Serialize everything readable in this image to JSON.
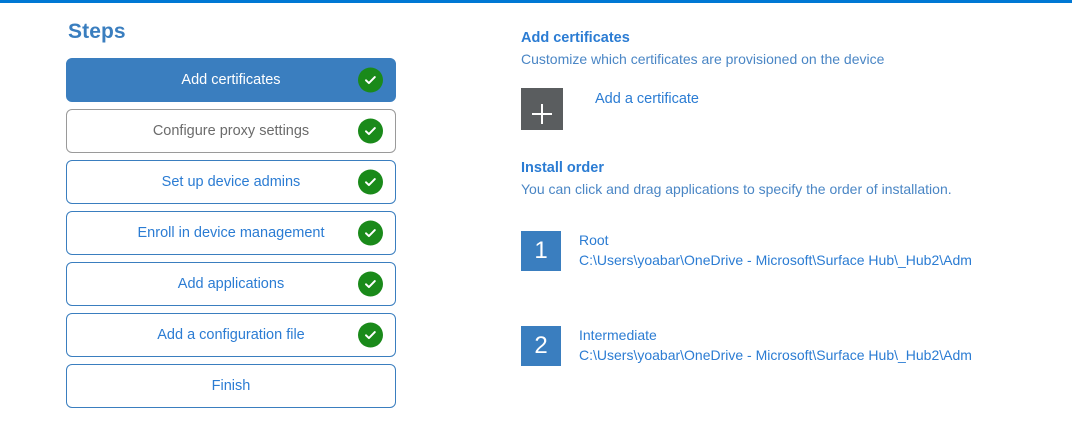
{
  "theme": {
    "accent_bar": "#0078d4",
    "primary_blue": "#3a7ebf",
    "link_blue": "#2b7cd3",
    "check_green": "#1a8a1a",
    "tile_gray": "#5a5d5f",
    "muted_gray": "#6b6b6b"
  },
  "steps_panel": {
    "heading": "Steps",
    "items": [
      {
        "label": "Add certificates",
        "state": "active",
        "completed": true
      },
      {
        "label": "Configure proxy settings",
        "state": "muted",
        "completed": true
      },
      {
        "label": "Set up device admins",
        "state": "normal",
        "completed": true
      },
      {
        "label": "Enroll in device management",
        "state": "normal",
        "completed": true
      },
      {
        "label": "Add applications",
        "state": "normal",
        "completed": true
      },
      {
        "label": "Add a configuration file",
        "state": "normal",
        "completed": true
      },
      {
        "label": "Finish",
        "state": "normal",
        "completed": false
      }
    ]
  },
  "content": {
    "title": "Add certificates",
    "subtitle": "Customize which certificates are provisioned on the device",
    "add_certificate_label": "Add a certificate",
    "install_order": {
      "title": "Install order",
      "description": "You can click and drag applications to specify the order of installation.",
      "items": [
        {
          "number": "1",
          "name": "Root",
          "path": "C:\\Users\\yoabar\\OneDrive - Microsoft\\Surface Hub\\_Hub2\\Adm"
        },
        {
          "number": "2",
          "name": "Intermediate",
          "path": "C:\\Users\\yoabar\\OneDrive - Microsoft\\Surface Hub\\_Hub2\\Adm"
        }
      ]
    }
  }
}
